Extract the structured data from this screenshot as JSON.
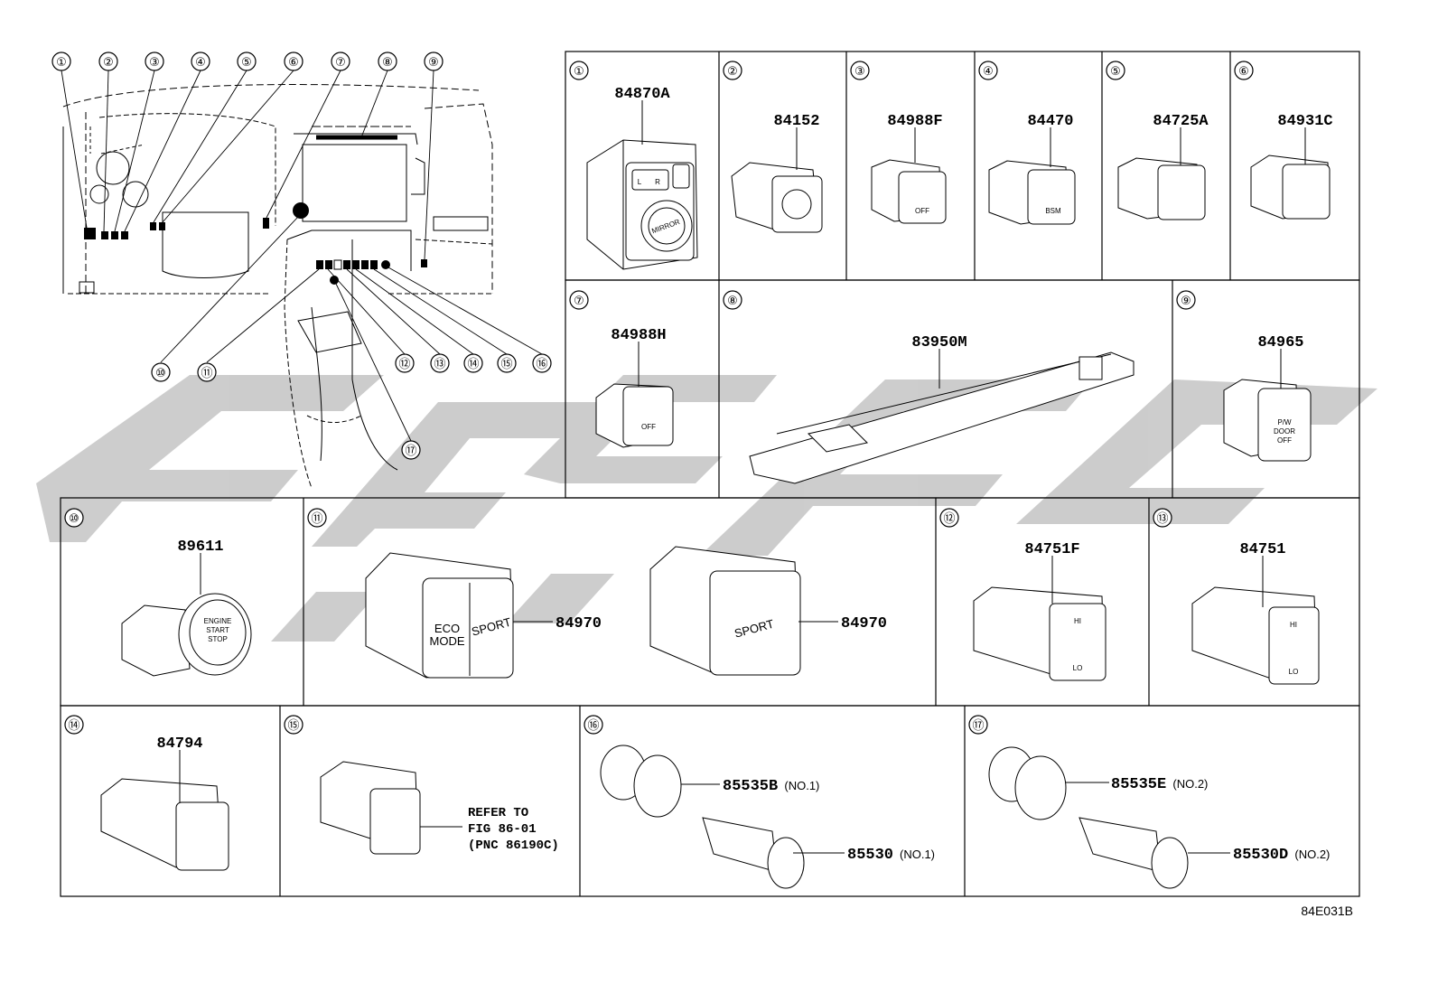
{
  "overview_callouts": [
    "①",
    "②",
    "③",
    "④",
    "⑤",
    "⑥",
    "⑦",
    "⑧",
    "⑨",
    "⑩",
    "⑪",
    "⑫",
    "⑬",
    "⑭",
    "⑮",
    "⑯",
    "⑰"
  ],
  "parts": [
    {
      "callout": "①",
      "pnc": "84870A",
      "labels": [
        "L",
        "R",
        "MIRROR"
      ]
    },
    {
      "callout": "②",
      "pnc": "84152"
    },
    {
      "callout": "③",
      "pnc": "84988F",
      "labels": [
        "OFF"
      ]
    },
    {
      "callout": "④",
      "pnc": "84470",
      "labels": [
        "BSM"
      ]
    },
    {
      "callout": "⑤",
      "pnc": "84725A"
    },
    {
      "callout": "⑥",
      "pnc": "84931C"
    },
    {
      "callout": "⑦",
      "pnc": "84988H",
      "labels": [
        "OFF"
      ]
    },
    {
      "callout": "⑧",
      "pnc": "83950M"
    },
    {
      "callout": "⑨",
      "pnc": "84965",
      "labels": [
        "P/W",
        "DOOR",
        "OFF"
      ]
    },
    {
      "callout": "⑩",
      "pnc": "89611",
      "labels": [
        "ENGINE",
        "START",
        "STOP"
      ]
    },
    {
      "callout": "⑪",
      "pnc": "84970",
      "pnc2": "84970",
      "labels": [
        "ECO",
        "MODE",
        "SPORT"
      ],
      "labels2": [
        "SPORT"
      ]
    },
    {
      "callout": "⑫",
      "pnc": "84751F",
      "labels": [
        "HI",
        "LO"
      ]
    },
    {
      "callout": "⑬",
      "pnc": "84751",
      "labels": [
        "HI",
        "LO"
      ]
    },
    {
      "callout": "⑭",
      "pnc": "84794"
    },
    {
      "callout": "⑮",
      "reference": [
        "REFER TO",
        "FIG 86-01",
        "(PNC 86190C)"
      ]
    },
    {
      "callout": "⑯",
      "items": [
        {
          "pnc": "85535B",
          "note": "(NO.1)"
        },
        {
          "pnc": "85530",
          "note": "(NO.1)"
        }
      ]
    },
    {
      "callout": "⑰",
      "items": [
        {
          "pnc": "85535E",
          "note": "(NO.2)"
        },
        {
          "pnc": "85530D",
          "note": "(NO.2)"
        }
      ]
    }
  ],
  "illustration_code": "84E031B",
  "watermark_color": "#c4c4c4"
}
